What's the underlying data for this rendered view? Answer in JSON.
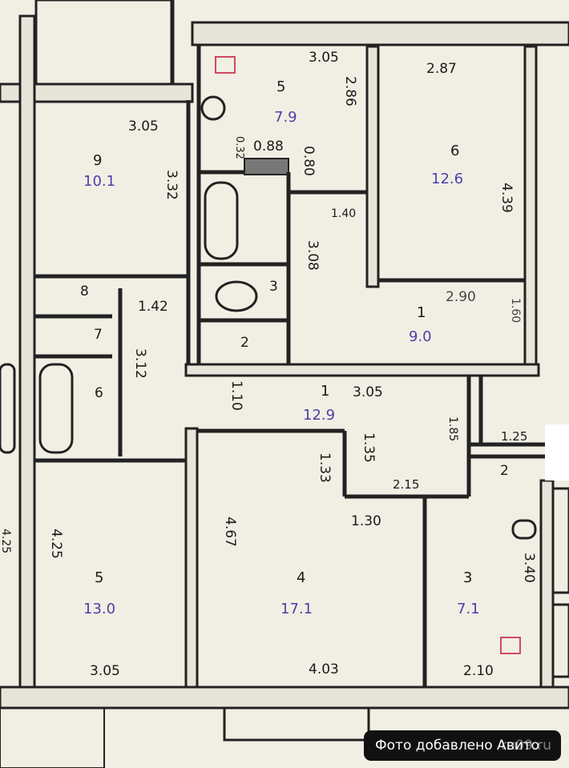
{
  "rooms": [
    {
      "id": "9",
      "area": "10.1"
    },
    {
      "id": "5",
      "area": "7.9"
    },
    {
      "id": "6",
      "area": "12.6"
    },
    {
      "id": "1",
      "area": "9.0"
    },
    {
      "id": "1",
      "area": "12.9"
    },
    {
      "id": "5",
      "area": "13.0"
    },
    {
      "id": "4",
      "area": "17.1"
    },
    {
      "id": "3",
      "area": "7.1"
    }
  ],
  "small_rooms": {
    "wc_left": "7",
    "bath_left": "6",
    "closet_left": "8",
    "wc_right": "3",
    "corridor": "2",
    "closet_right": "2"
  },
  "dimensions": {
    "d_305_top_left": "3.05",
    "d_332": "3.32",
    "d_305_kitchen": "3.05",
    "d_286": "2.86",
    "d_032": "0.32",
    "d_088": "0.88",
    "d_080": "0.80",
    "d_140": "1.40",
    "d_308": "3.08",
    "d_287": "2.87",
    "d_439": "4.39",
    "d_290": "2.90",
    "d_160": "1.60",
    "d_142": "1.42",
    "d_312": "3.12",
    "d_110": "1.10",
    "d_305_hall": "3.05",
    "d_135": "1.35",
    "d_133": "1.33",
    "d_185": "1.85",
    "d_125": "1.25",
    "d_215": "2.15",
    "d_130": "1.30",
    "d_425": "4.25",
    "d_467": "4.67",
    "d_340": "3.40",
    "d_305_bottom": "3.05",
    "d_403": "4.03",
    "d_210": "2.10",
    "d_left_edge": "4.25"
  },
  "watermark": "Фото добавлено Авито",
  "watermark_overlay": "ru09.ru",
  "colors": {
    "wall": "#222222",
    "area_ink": "#4b3fa8",
    "stamp": "#d0495e",
    "paper": "#f1efe4"
  }
}
